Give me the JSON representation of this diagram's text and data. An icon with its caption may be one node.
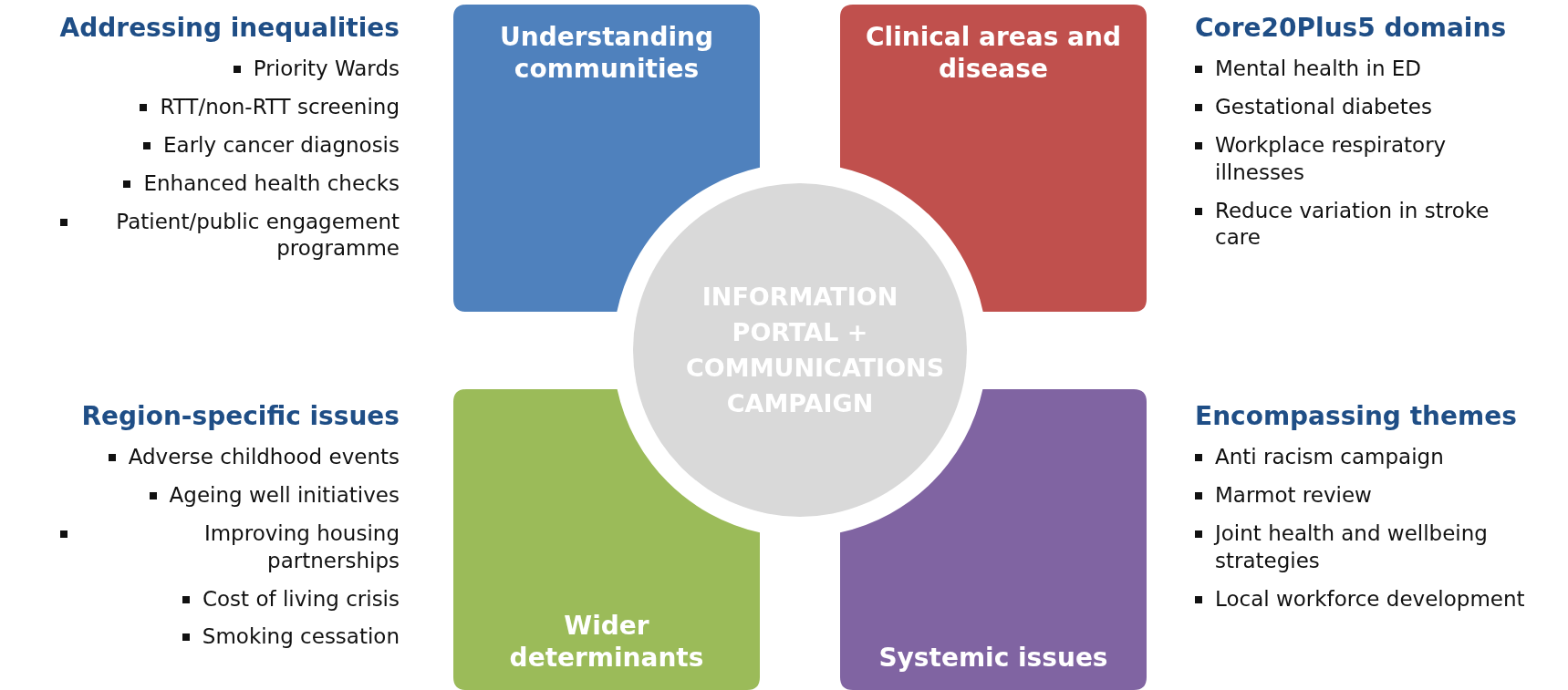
{
  "diagram": {
    "nodes": [
      {
        "text": [
          "Understanding communities"
        ]
      },
      {
        "text": [
          "Clinical areas and disease"
        ]
      },
      {
        "text": [
          "Wider determinants"
        ]
      },
      {
        "text": [
          "Systemic issues"
        ]
      },
      {
        "text": [
          "INFORMATION PORTAL + COMMUNICATIONS CAMPAIGN"
        ]
      }
    ],
    "labels": [
      "Addressing inequalities",
      "Priority Wards",
      "RTT/non-RTT screening",
      "Early cancer diagnosis",
      "Enhanced health checks",
      "Patient/public engagement programme",
      "Core20Plus5 domains",
      "Mental health in ED",
      "Gestational diabetes",
      "Workplace respiratory illnesses",
      "Reduce variation in stroke care",
      "Region-specific issues",
      "Adverse childhood events",
      "Ageing well initiatives",
      "Improving housing partnerships",
      "Cost of living crisis",
      "Smoking cessation",
      "Encompassing themes",
      "Anti racism campaign",
      "Marmot review",
      "Joint health and wellbeing strategies",
      "Local workforce development"
    ]
  }
}
